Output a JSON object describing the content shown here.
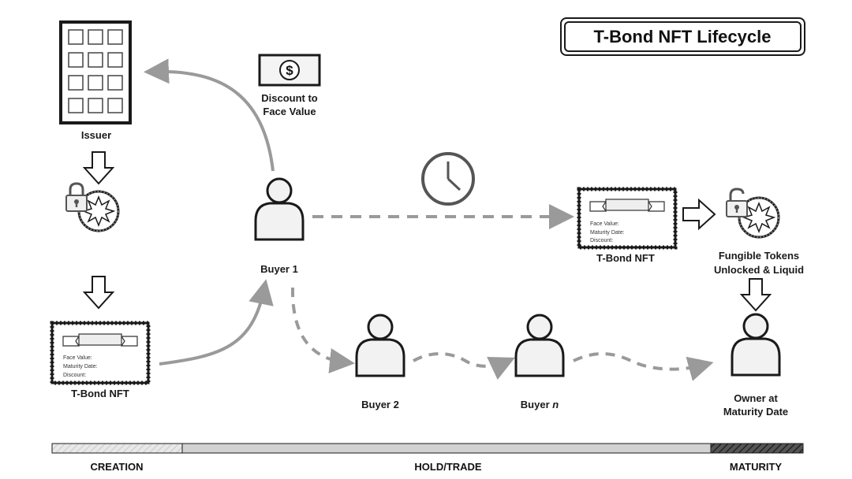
{
  "title": "T-Bond NFT Lifecycle",
  "labels": {
    "issuer": "Issuer",
    "discount_line1": "Discount to",
    "discount_line2": "Face Value",
    "dollar_sign": "$",
    "buyer1": "Buyer 1",
    "buyer2": "Buyer 2",
    "buyern_prefix": "Buyer ",
    "buyern_suffix": "n",
    "nft_left": "T-Bond NFT",
    "nft_right": "T-Bond NFT",
    "fungible_line1": "Fungible Tokens",
    "fungible_line2": "Unlocked & Liquid",
    "owner_line1": "Owner at",
    "owner_line2": "Maturity Date"
  },
  "certificate": {
    "face_value": "Face Value:",
    "maturity_date": "Maturity Date:",
    "discount": "Discount:"
  },
  "phases": {
    "creation": "CREATION",
    "hold_trade": "HOLD/TRADE",
    "maturity": "MATURITY"
  },
  "colors": {
    "arrow_gray": "#9a9a9a",
    "stroke": "#1a1a1a",
    "figure_fill": "#f2f2f2",
    "maturity_bar": "#3a3a3a",
    "hold_bar": "#cfcfcf",
    "creation_bar": "#e8e8e8"
  },
  "icons": [
    "building-icon",
    "dollar-bill-icon",
    "clock-icon",
    "padlock-icon",
    "token-seal-icon",
    "person-icon",
    "certificate-icon",
    "hollow-arrow-icon"
  ]
}
